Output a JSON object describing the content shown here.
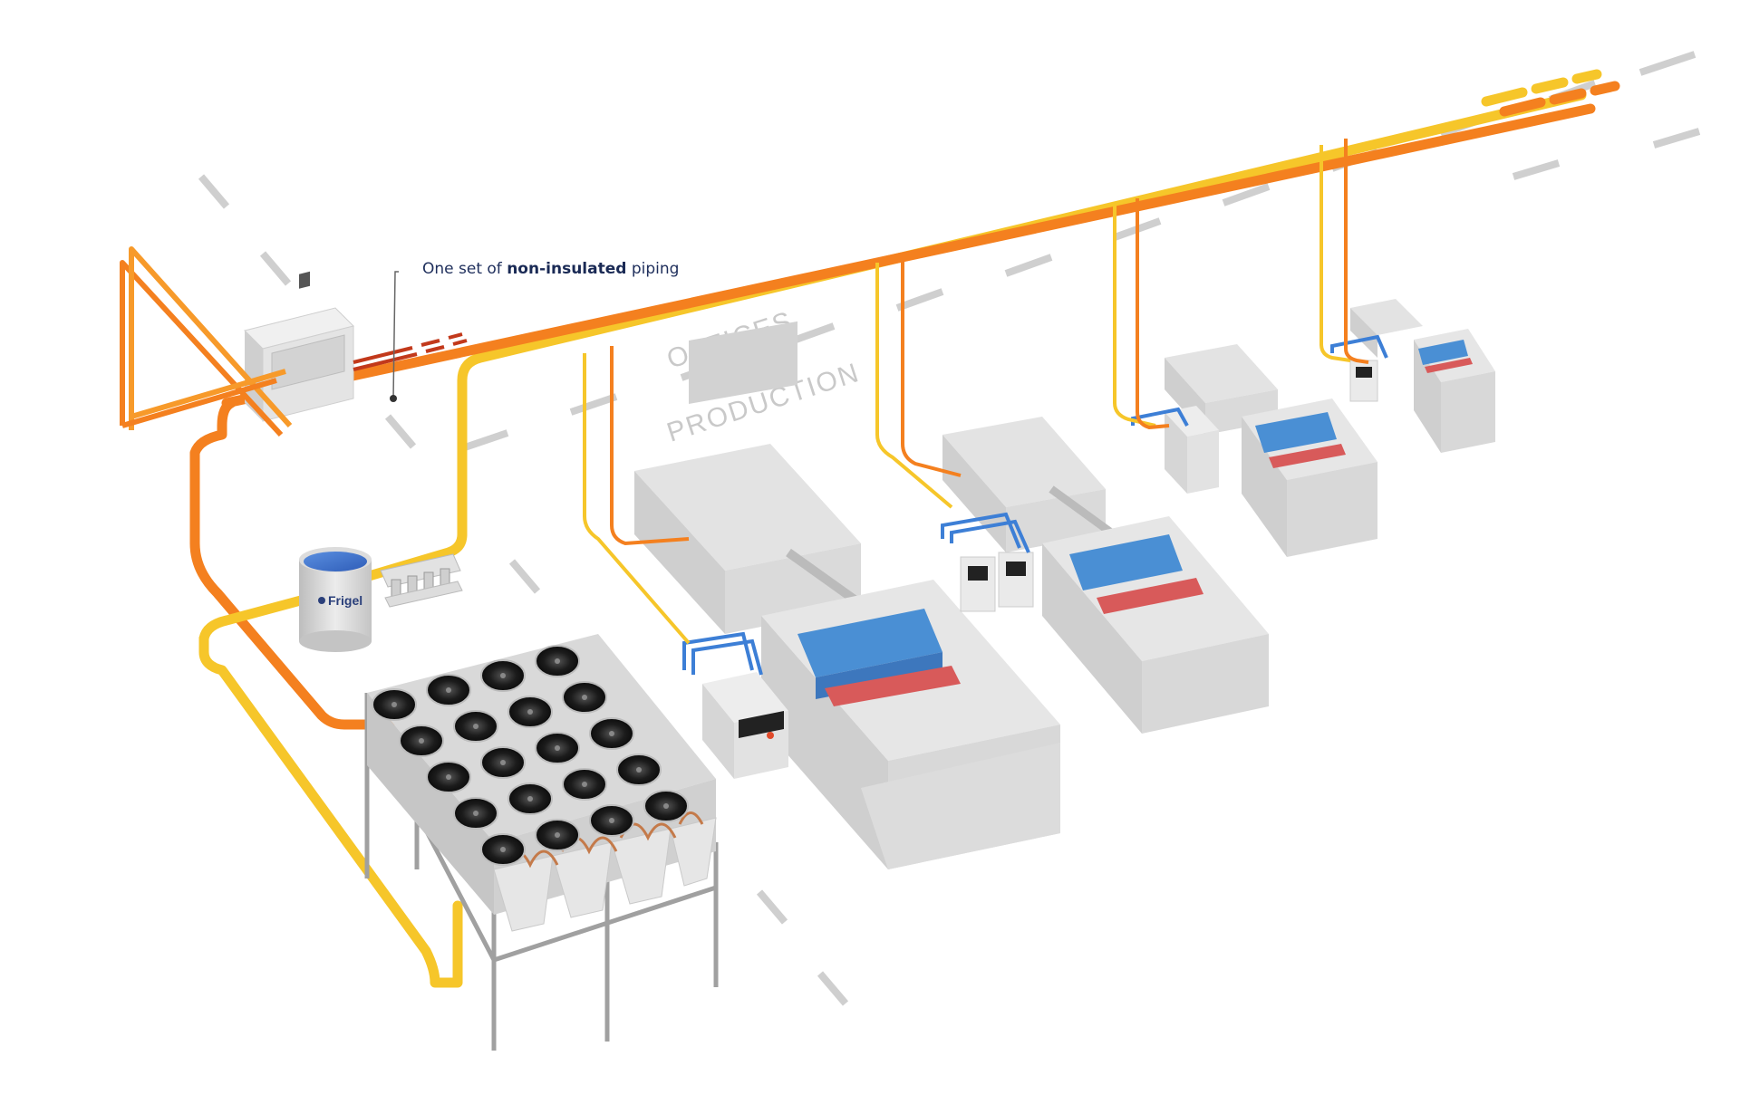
{
  "callout": {
    "prefix": "One set of ",
    "bold": "non-insulated",
    "suffix": " piping"
  },
  "zones": {
    "offices": "OFFICES",
    "production": "PRODUCTION"
  },
  "tank_brand": "Frigel",
  "colors": {
    "hot_pipe": "#f7a21b",
    "warm_pipe": "#f4801f",
    "supply_pipe": "#f6c62a",
    "process_loop": "#3d7fd6",
    "red_return": "#c2391b",
    "mold_blue": "#4a8fd4",
    "mold_red": "#d85a5a",
    "machine_gray": "#d9d9d9"
  }
}
